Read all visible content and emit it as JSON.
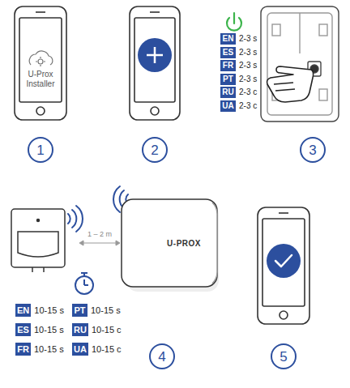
{
  "diagram": {
    "nodes": [
      {
        "text": [
          "U-Prox Installer"
        ]
      },
      {
        "text": [
          "1"
        ]
      },
      {
        "text": [
          "2"
        ]
      },
      {
        "text": [
          "EN",
          "2-3 s"
        ]
      },
      {
        "text": [
          "ES",
          "2-3 s"
        ]
      },
      {
        "text": [
          "FR",
          "2-3 s"
        ]
      },
      {
        "text": [
          "PT",
          "2-3 s"
        ]
      },
      {
        "text": [
          "RU",
          "2-3 c"
        ]
      },
      {
        "text": [
          "UA",
          "2-3 c"
        ]
      },
      {
        "text": [
          "3"
        ]
      },
      {
        "text": [
          "U-PROX"
        ]
      },
      {
        "text": [
          "EN",
          "10-15 s"
        ]
      },
      {
        "text": [
          "PT",
          "10-15 s"
        ]
      },
      {
        "text": [
          "ES",
          "10-15 s"
        ]
      },
      {
        "text": [
          "RU",
          "10-15 c"
        ]
      },
      {
        "text": [
          "FR",
          "10-15 s"
        ]
      },
      {
        "text": [
          "UA",
          "10-15 c"
        ]
      },
      {
        "text": [
          "4"
        ]
      },
      {
        "text": [
          "5"
        ]
      }
    ],
    "labels": [
      "1 – 2 m"
    ]
  }
}
